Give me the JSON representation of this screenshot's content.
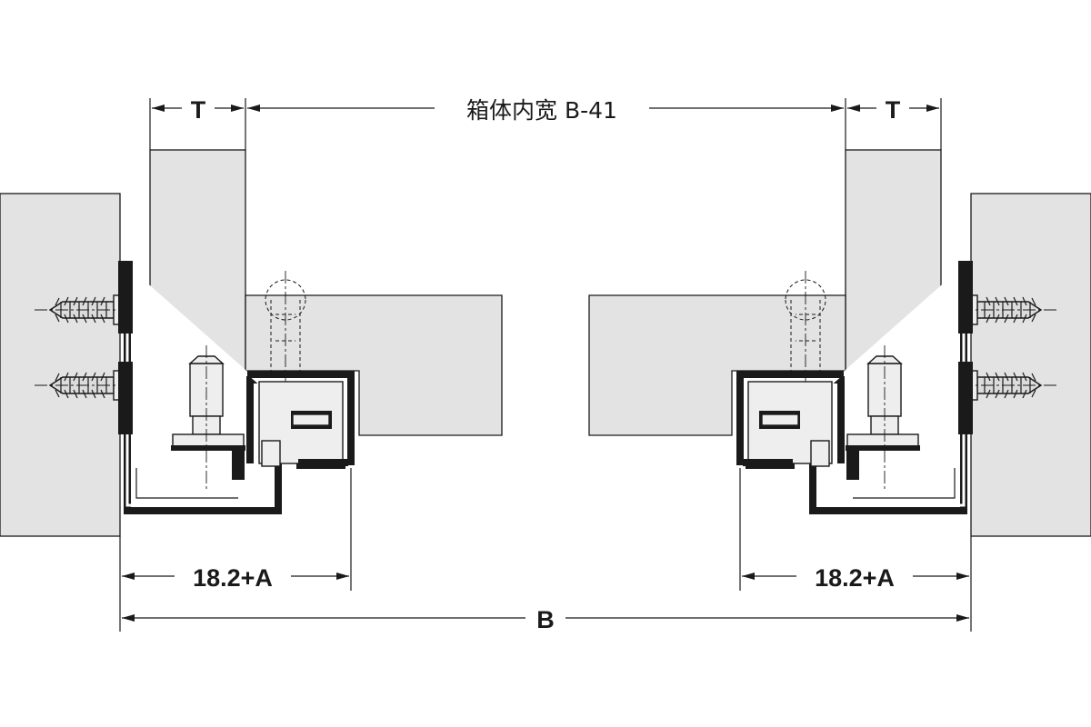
{
  "labels": {
    "t_left": "T",
    "t_right": "T",
    "inner_width": "箱体内宽 B-41",
    "offset_left": "18.2+A",
    "offset_right": "18.2+A",
    "b_total": "B"
  }
}
